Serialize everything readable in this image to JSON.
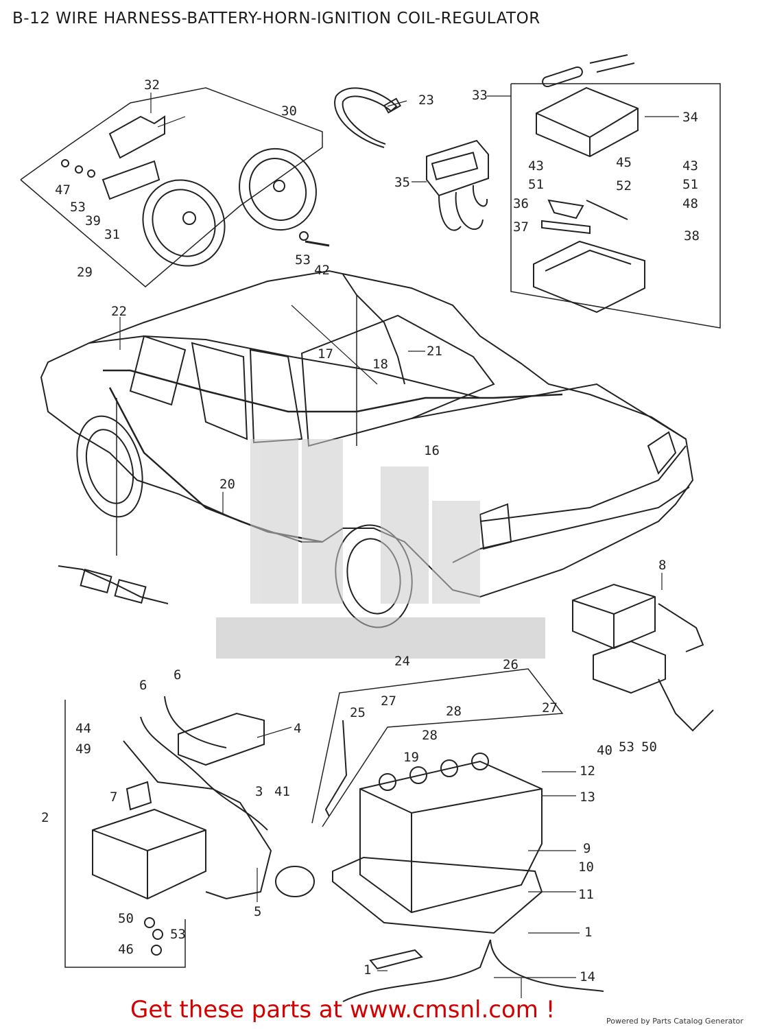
{
  "title": "B-12 WIRE HARNESS-BATTERY-HORN-IGNITION COIL-REGULATOR",
  "callouts": {
    "c32": "32",
    "c30": "30",
    "c23": "23",
    "c33": "33",
    "c34": "34",
    "c47": "47",
    "c53a": "53",
    "c39": "39",
    "c31": "31",
    "c29": "29",
    "c53b": "53",
    "c42": "42",
    "c35": "35",
    "c43a": "43",
    "c45": "45",
    "c43b": "43",
    "c51a": "51",
    "c52": "52",
    "c51b": "51",
    "c36": "36",
    "c48a": "48",
    "c37": "37",
    "c38": "38",
    "c22": "22",
    "c17": "17",
    "c18": "18",
    "c21": "21",
    "c16": "16",
    "c20": "20",
    "c8": "8",
    "c6a": "6",
    "c6b": "6",
    "c24": "24",
    "c26": "26",
    "c44": "44",
    "c49": "49",
    "c4": "4",
    "c25": "25",
    "c27a": "27",
    "c28a": "28",
    "c27b": "27",
    "c28b": "28",
    "c40": "40",
    "c53c": "53",
    "c50a": "50",
    "c19": "19",
    "c3": "3",
    "c41": "41",
    "c12": "12",
    "c7": "7",
    "c13": "13",
    "c2": "2",
    "c9": "9",
    "c10": "10",
    "c11": "11",
    "c5": "5",
    "c50b": "50",
    "c53d": "53",
    "c46": "46",
    "c1a": "1",
    "c1b": "1",
    "c14": "14"
  },
  "cta": "Get these parts at www.cmsnl.com !",
  "powered_by": "Powered by Parts Catalog Generator",
  "colors": {
    "cta": "#d40000",
    "line": "#222222",
    "watermark": "#555555"
  }
}
